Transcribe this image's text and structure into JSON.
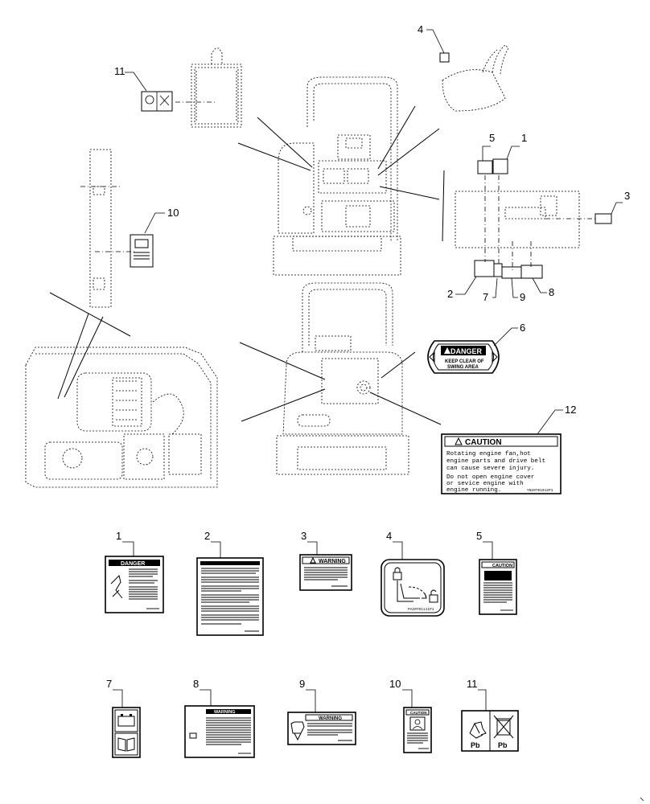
{
  "callouts": [
    "1",
    "2",
    "3",
    "4",
    "5",
    "6",
    "7",
    "8",
    "9",
    "10",
    "11",
    "12"
  ],
  "labels": {
    "danger_6": {
      "header": "DANGER",
      "line1": "KEEP CLEAR OF",
      "line2": "SWING   AREA"
    },
    "caution_12": {
      "header": "CAUTION",
      "line1": "Rotating engine fan,hot",
      "line2": "engine parts and drive belt",
      "line3": "can cause severe injury.",
      "line4": "Do not open engine cover",
      "line5": "or sevice engine with",
      "line6": "engine running.",
      "code": "YN20T01012P1"
    },
    "danger_1": {
      "header": "DANGER"
    },
    "warning_3": {
      "header": "WARNING"
    },
    "caution_5": {
      "header": "CAUTION"
    },
    "warning_8": {
      "header": "WARNING"
    },
    "warning_9": {
      "header": "WARNING"
    },
    "caution_10": {
      "header": "CAUTION"
    },
    "part_4": {
      "code": "PA20T01111P1"
    },
    "recycle_11": {
      "left": "Pb",
      "right": "Pb"
    }
  }
}
